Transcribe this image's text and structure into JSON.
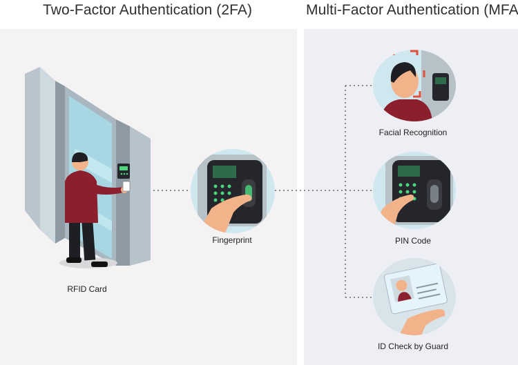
{
  "headings": {
    "two_factor": "Two-Factor Authentication (2FA)",
    "multi_factor": "Multi-Factor Authentication (MFA)"
  },
  "methods": {
    "rfid": "RFID Card",
    "fingerprint": "Fingerprint",
    "facial": "Facial Recognition",
    "pin": "PIN Code",
    "id_check": "ID Check by Guard"
  },
  "colors": {
    "panel_2fa": "#f4f2f3",
    "panel_mfa": "#eeeff5",
    "jacket": "#8b1f2d",
    "skin": "#f2b38a",
    "device_dark": "#24262b",
    "keypad_green": "#4bd67e",
    "face_scan_red": "#e0503a",
    "connector": "#8a8a8a"
  },
  "icons": [
    "door-icon",
    "fingerprint-scanner-icon",
    "face-scan-icon",
    "pin-keypad-icon",
    "id-card-icon"
  ]
}
